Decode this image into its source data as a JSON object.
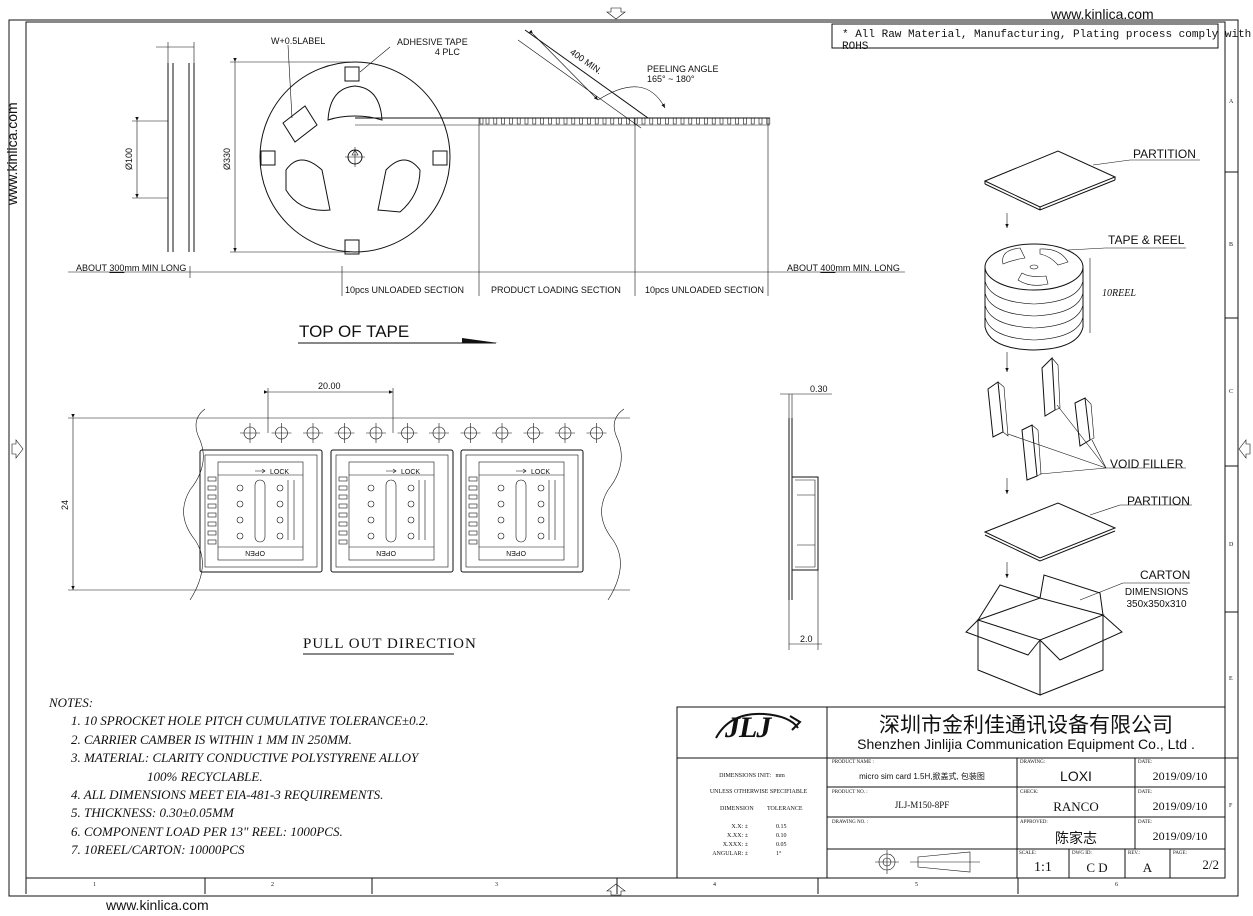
{
  "watermark": {
    "top": "www.kinlica.com",
    "side": "www.kinlica.com",
    "bottom": "www.kinlica.com"
  },
  "rohs_note": "* All Raw Material, Manufacturing, Plating process comply with ROHS",
  "reel_view": {
    "w_label": "W+0.5",
    "label": "LABEL",
    "adhesive_tape": "ADHESIVE TAPE",
    "adhesive_count": "4 PLC",
    "hub_dia": "Ø100",
    "reel_dia": "Ø330",
    "leader_length": "400 MIN.",
    "peeling_angle": "PEELING ANGLE",
    "peeling_range": "165° ~ 180°",
    "about_left_pre": "ABOUT ",
    "about_left_num": "300",
    "about_left_post": "mm MIN LONG",
    "about_right_pre": "ABOUT ",
    "about_right_num": "400",
    "about_right_post": "mm MIN. LONG",
    "section_unloaded_1": "10pcs UNLOADED SECTION",
    "section_loading": "PRODUCT LOADING SECTION",
    "section_unloaded_2": "10pcs UNLOADED SECTION"
  },
  "tape_view": {
    "title": "TOP OF TAPE",
    "pitch": "20.00",
    "width": "24",
    "lock_label": "LOCK",
    "open_label": "OPEN",
    "pull_direction": "PULL OUT DIRECTION",
    "thickness": "0.30",
    "depth": "2.0"
  },
  "packing": {
    "partition_1": "PARTITION",
    "tape_reel": "TAPE & REEL",
    "reel_count": "10REEL",
    "void_filler": "VOID FILLER",
    "partition_2": "PARTITION",
    "carton": "CARTON",
    "carton_dims_label": "DIMENSIONS",
    "carton_dims": "350x350x310"
  },
  "notes": {
    "title": "NOTES:",
    "items": [
      "1.  10 SPROCKET HOLE PITCH CUMULATIVE TOLERANCE±0.2.",
      "2.  CARRIER CAMBER IS WITHIN 1 MM IN 250MM.",
      "3.  MATERIAL: CLARITY CONDUCTIVE POLYSTYRENE ALLOY",
      "100% RECYCLABLE.",
      "4.  ALL DIMENSIONS MEET EIA-481-3 REQUIREMENTS.",
      "5.  THICKNESS: 0.30±0.05MM",
      "6.  COMPONENT LOAD PER 13\" REEL: 1000PCS.",
      "7.  10REEL/CARTON: 10000PCS"
    ]
  },
  "title_block": {
    "logo_text": "JLJ",
    "company_cn": "深圳市金利佳通讯设备有限公司",
    "company_en": "Shenzhen Jinlijia Communication Equipment Co., Ltd .",
    "dimensions_unit_label": "DIMENSIONS INIT:",
    "dimensions_unit": "mm",
    "unless_specified": "UNLESS OTHERWISE SPECIFIABLE",
    "col_dimension": "DIMENSION",
    "col_tolerance": "TOLERANCE",
    "tol_rows": [
      {
        "dim": "X.X: ±",
        "tol": "0.15"
      },
      {
        "dim": "X.XX: ±",
        "tol": "0.10"
      },
      {
        "dim": "X.XXX: ±",
        "tol": "0.05"
      },
      {
        "dim": "ANGULAR: ±",
        "tol": "1°"
      }
    ],
    "product_name_label": "PRODUCT NAME :",
    "product_name": "micro sim card 1.5H,掀盖式, 包装图",
    "product_no_label": "PRODUCT NO. :",
    "product_no": "JLJ-M150-8PF",
    "drawing_no_label": "DRAWING NO. :",
    "drawing_label": "DRAWING:",
    "drawing_by": "LOXI",
    "check_label": "CHECK:",
    "check_by": "RANCO",
    "approved_label": "APPROVED:",
    "approved_by": "陈家志",
    "date_label": "DATE:",
    "date_1": "2019/09/10",
    "date_2": "2019/09/10",
    "date_3": "2019/09/10",
    "scale_label": "SCALE:",
    "scale": "1:1",
    "dwg_id_label": "DWG ID:",
    "dwg_id": "C D",
    "rev_label": "REV.:",
    "rev": "A",
    "page_label": "PAGE:",
    "page": "2/2"
  },
  "border": {
    "bottom_zones": [
      "1",
      "2",
      "3",
      "4",
      "5",
      "6"
    ],
    "right_zones": [
      "A",
      "B",
      "C",
      "D",
      "E",
      "F"
    ]
  }
}
